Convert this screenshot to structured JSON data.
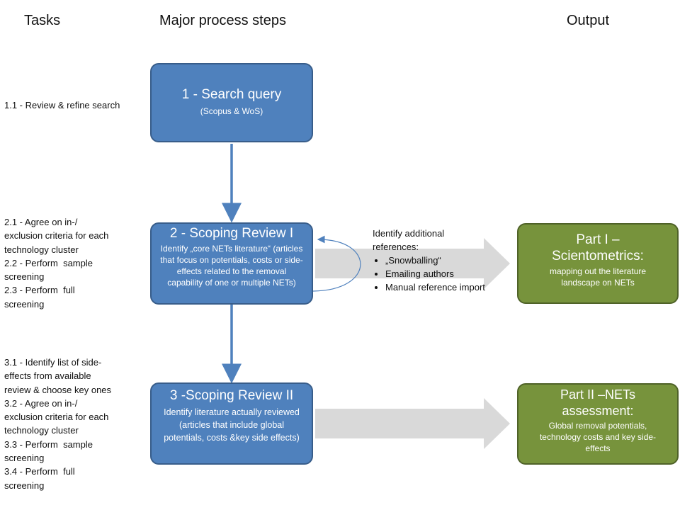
{
  "headers": {
    "tasks": "Tasks",
    "steps": "Major process steps",
    "output": "Output"
  },
  "tasks": {
    "group1": "1.1 - Review & refine search",
    "group2": "2.1 - Agree on in-/\nexclusion criteria for each\ntechnology cluster\n2.2 - Perform  sample\nscreening\n2.3 - Perform  full\nscreening",
    "group3": "3.1 - Identify list of side-\neffects from available\nreview & choose key ones\n3.2 - Agree on in-/\nexclusion criteria for each\ntechnology cluster\n3.3 - Perform  sample\nscreening\n3.4 - Perform  full\nscreening"
  },
  "steps": {
    "step1": {
      "title": "1 - Search query",
      "subtitle": "(Scopus & WoS)"
    },
    "step2": {
      "title": "2 - Scoping Review I",
      "subtitle": "Identify „core NETs literature“ (articles that focus on potentials, costs or side-effects related to the removal capability of one or multiple NETs)"
    },
    "step3": {
      "title": "3 -Scoping Review II",
      "subtitle": "Identify literature actually reviewed (articles that include global potentials, costs &key side effects)"
    }
  },
  "references": {
    "heading": "Identify additional references:",
    "items": [
      "„Snowballing“",
      "Emailing authors",
      "Manual reference import"
    ]
  },
  "outputs": {
    "part1": {
      "title": "Part I – Scientometrics:",
      "subtitle": "mapping out the literature landscape on NETs"
    },
    "part2": {
      "title": "Part II –NETs assessment:",
      "subtitle": "Global removal potentials, technology costs and key side-effects"
    }
  },
  "colors": {
    "blue_fill": "#4f81bd",
    "green_fill": "#77933c",
    "arrow_gray": "#d9d9d9"
  }
}
